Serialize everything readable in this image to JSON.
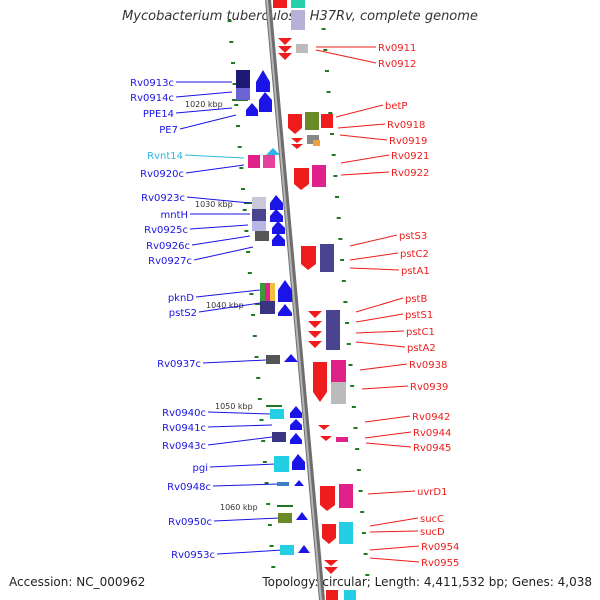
{
  "title": "Mycobacterium tuberculosis H37Rv, complete genome",
  "accession": "Accession: NC_000962",
  "summary": "Topology: circular; Length: 4,411,532 bp; Genes: 4,038",
  "colors": {
    "forward": "#ee1c1c",
    "reverse": "#1a14e6",
    "backbone": "#8c8c8c",
    "ticks": "#1f7a1f",
    "highlight": "#2ab7e6"
  },
  "scale_marks": [
    "1020 kbp",
    "1030 kbp",
    "1040 kbp",
    "1050 kbp",
    "1060 kbp"
  ],
  "left_labels": [
    "Rv0913c",
    "Rv0914c",
    "PPE14",
    "PE7",
    "Rvnt14",
    "Rv0920c",
    "Rv0923c",
    "mntH",
    "Rv0925c",
    "Rv0926c",
    "Rv0927c",
    "pknD",
    "pstS2",
    "Rv0937c",
    "Rv0940c",
    "Rv0941c",
    "Rv0943c",
    "pgi",
    "Rv0948c",
    "Rv0950c",
    "Rv0953c"
  ],
  "right_labels": [
    "Rv0911",
    "Rv0912",
    "betP",
    "Rv0918",
    "Rv0919",
    "Rv0921",
    "Rv0922",
    "pstS3",
    "pstC2",
    "pstA1",
    "pstB",
    "pstS1",
    "pstC1",
    "pstA2",
    "Rv0938",
    "Rv0939",
    "Rv0942",
    "Rv0944",
    "Rv0945",
    "uvrD1",
    "sucC",
    "sucD",
    "Rv0954",
    "Rv0955"
  ],
  "highlighted_label": "Rvnt14"
}
